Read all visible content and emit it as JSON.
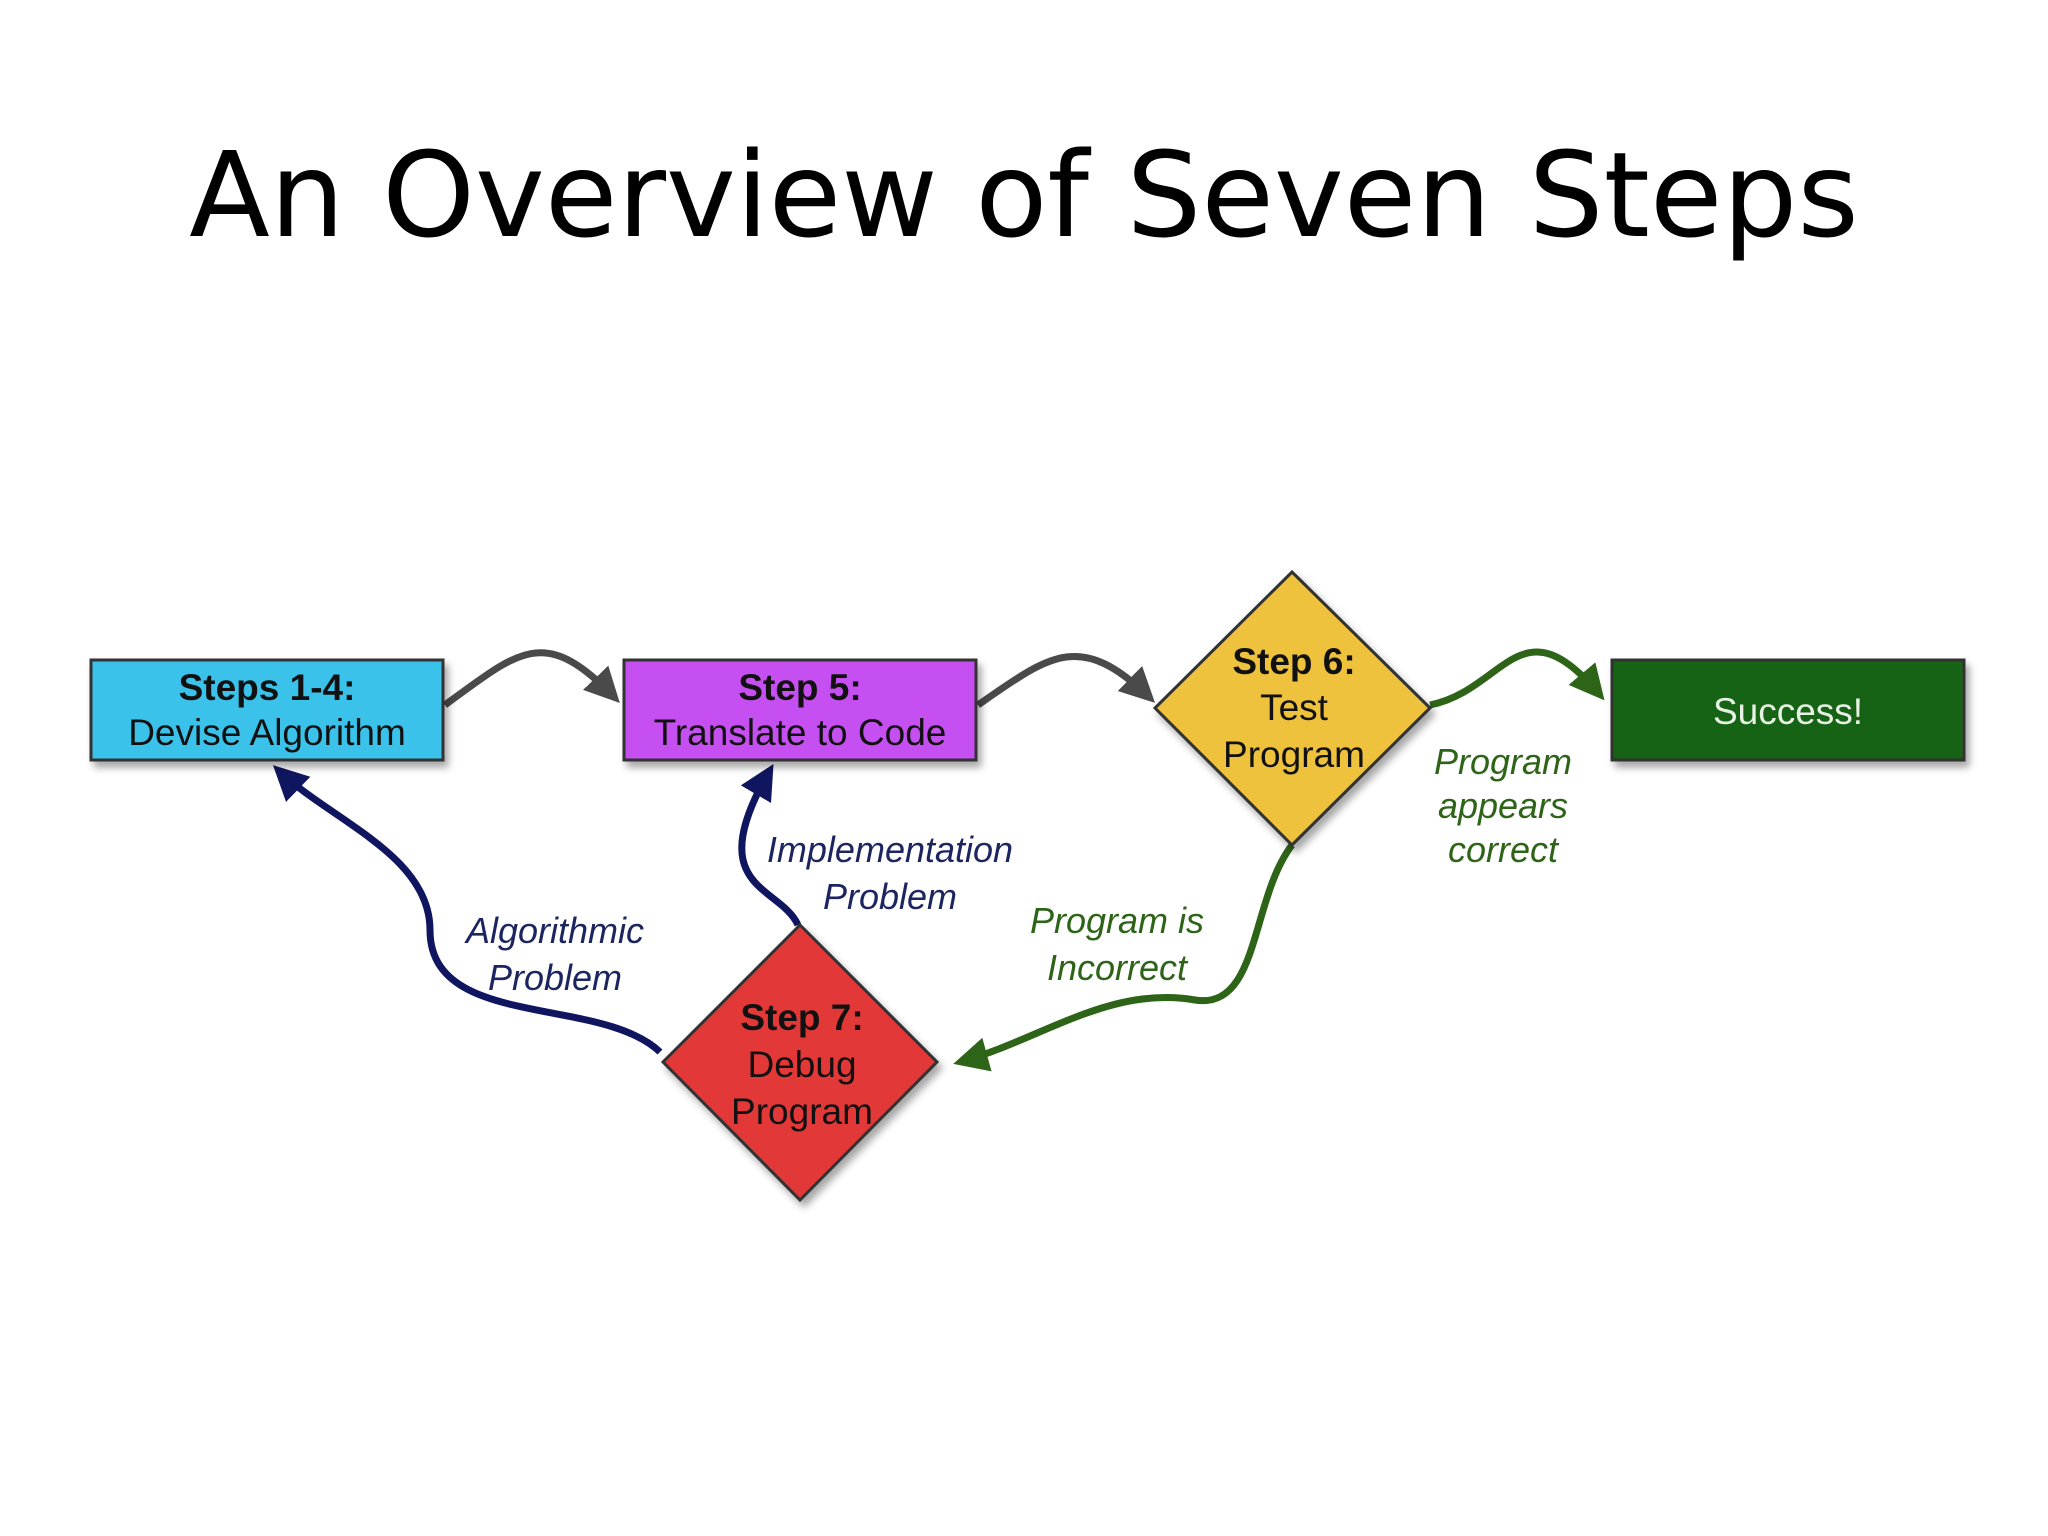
{
  "title": "An Overview of Seven Steps",
  "colors": {
    "steps14_fill": "#3bc2ea",
    "step5_fill": "#c54ff0",
    "step6_fill": "#eec23c",
    "step7_fill": "#e33838",
    "success_fill": "#186418",
    "arrow_gray": "#4a4a4a",
    "arrow_navy": "#101560",
    "arrow_green": "#2e6418",
    "label_navy": "#1c2560",
    "label_green": "#2e6418"
  },
  "nodes": {
    "steps14": {
      "heading": "Steps 1-4:",
      "text": "Devise Algorithm"
    },
    "step5": {
      "heading": "Step 5:",
      "text": "Translate to Code"
    },
    "step6": {
      "heading": "Step 6:",
      "line1": "Test",
      "line2": "Program"
    },
    "step7": {
      "heading": "Step 7:",
      "line1": "Debug",
      "line2": "Program"
    },
    "success": {
      "text": "Success!"
    }
  },
  "edge_labels": {
    "correct": [
      "Program",
      "appears",
      "correct"
    ],
    "incorrect": [
      "Program is",
      "Incorrect"
    ],
    "implementation": [
      "Implementation",
      "Problem"
    ],
    "algorithmic": [
      "Algorithmic",
      "Problem"
    ]
  }
}
